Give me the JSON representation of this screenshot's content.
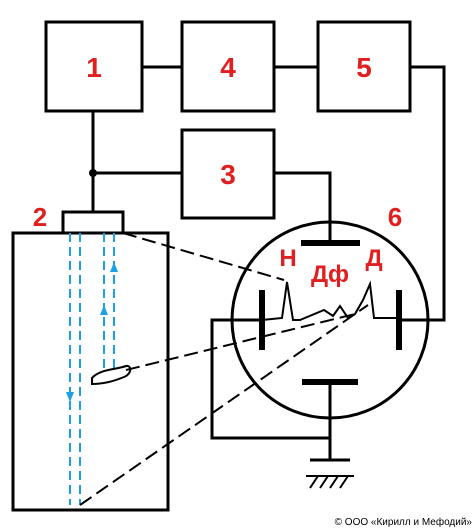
{
  "blocks": {
    "b1": "1",
    "b2": "2",
    "b3": "3",
    "b4": "4",
    "b5": "5",
    "b6": "6"
  },
  "tube_labels": {
    "h": "Н",
    "df": "Дф",
    "d": "Д"
  },
  "copyright": "© ООО «Кирилл и Мефодий»",
  "colors": {
    "label": "#e02020",
    "ultrasound_path": "#1ea0e6",
    "line": "#000000"
  }
}
